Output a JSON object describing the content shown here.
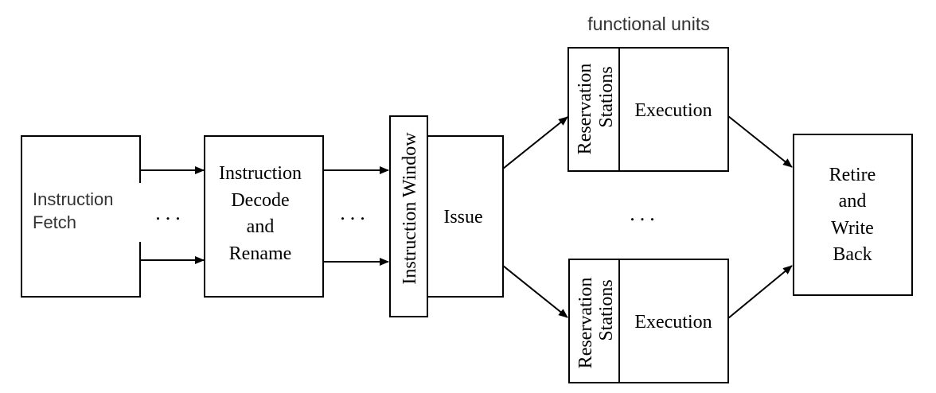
{
  "title": "functional units",
  "fetch": {
    "line1": "Instruction",
    "line2": "Fetch"
  },
  "decode": {
    "line1": "Instruction",
    "line2": "Decode",
    "line3": "and",
    "line4": "Rename"
  },
  "window": {
    "label": "Instruction Window"
  },
  "issue": {
    "label": "Issue"
  },
  "unit_top": {
    "rs_line1": "Reservation",
    "rs_line2": "Stations",
    "exec": "Execution"
  },
  "unit_bottom": {
    "rs_line1": "Reservation",
    "rs_line2": "Stations",
    "exec": "Execution"
  },
  "retire": {
    "line1": "Retire",
    "line2": "and",
    "line3": "Write",
    "line4": "Back"
  },
  "ellipsis": {
    "fetch_decode": "...",
    "decode_window": "...",
    "units": "..."
  }
}
